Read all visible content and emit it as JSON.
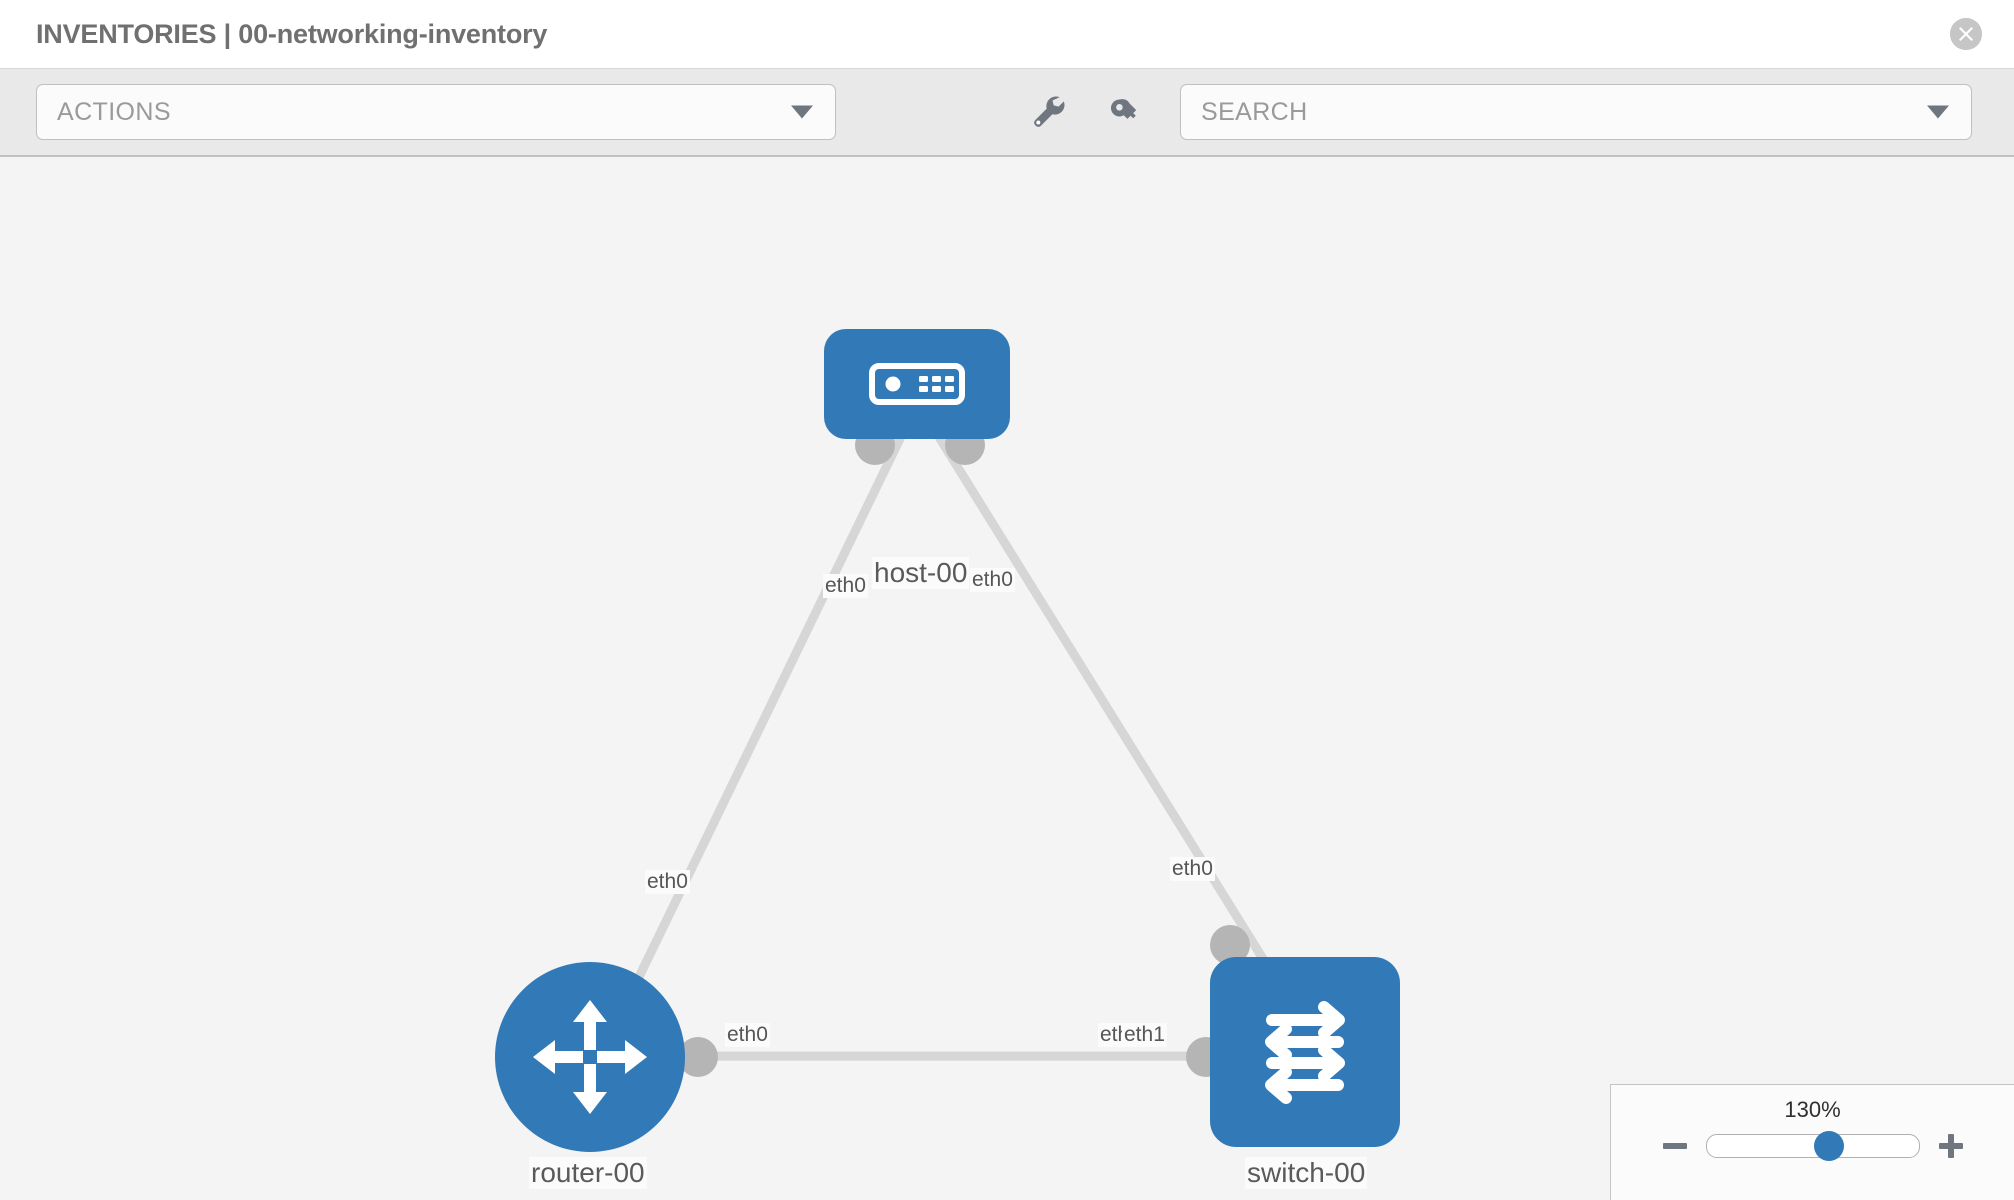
{
  "header": {
    "title": "INVENTORIES | 00-networking-inventory",
    "close_icon": "close-circle-icon"
  },
  "toolbar": {
    "actions_label": "ACTIONS",
    "actions_caret_icon": "chevron-down-icon",
    "wrench_icon": "wrench-icon",
    "key_icon": "key-icon",
    "search_placeholder": "SEARCH",
    "search_value": "",
    "search_caret_icon": "chevron-down-icon"
  },
  "topology": {
    "nodes": [
      {
        "id": "host-00",
        "label": "host-00",
        "icon": "server-icon",
        "shape": "rounded-rect",
        "color": "#3279b7"
      },
      {
        "id": "router-00",
        "label": "router-00",
        "icon": "router-icon",
        "shape": "circle",
        "color": "#3279b7"
      },
      {
        "id": "switch-00",
        "label": "switch-00",
        "icon": "switch-icon",
        "shape": "rounded-square",
        "color": "#3279b7"
      }
    ],
    "links": [
      {
        "from": "host-00",
        "to": "router-00",
        "from_label": "eth0",
        "to_label": "eth0"
      },
      {
        "from": "host-00",
        "to": "switch-00",
        "from_label": "eth0",
        "to_label": "eth0"
      },
      {
        "from": "router-00",
        "to": "switch-00",
        "from_label": "eth0",
        "to_label_a": "eth0",
        "to_label_b": "eth1"
      }
    ],
    "edge_labels": {
      "host_left": "eth0",
      "host_right": "eth0",
      "router_up": "eth0",
      "switch_up": "eth0",
      "router_right": "eth0",
      "switch_left_a": "eth0",
      "switch_left_b": "eth1"
    },
    "edge_color": "#d6d6d6",
    "nub_color": "#b5b5b5"
  },
  "zoom": {
    "value_label": "130%",
    "minus_icon": "minus-icon",
    "plus_icon": "plus-icon",
    "thumb_position_pct": 58
  }
}
